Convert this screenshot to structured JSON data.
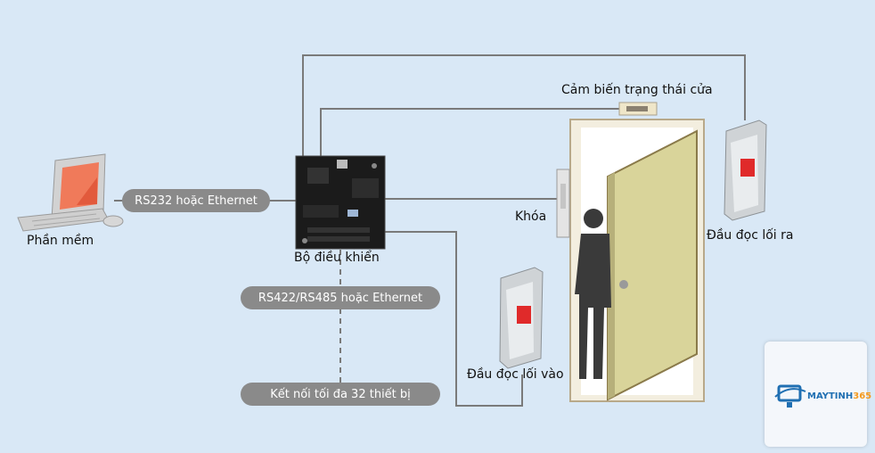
{
  "nodes": {
    "software": "Phần mềm",
    "controller": "Bộ điều khiển",
    "door_sensor": "Cảm biến trạng thái cửa",
    "lock": "Khóa",
    "exit_reader": "Đầu đọc lối ra",
    "entry_reader": "Đầu đọc lối vào"
  },
  "links": {
    "pc_link": "RS232 hoặc Ethernet",
    "bus_link": "RS422/RS485 hoặc Ethernet",
    "capacity": "Kết nối tối đa 32 thiết bị"
  },
  "logo": {
    "brand_main": "MAYTINH",
    "brand_num": "365"
  },
  "colors": {
    "background": "#d9e8f6",
    "line": "#7a7a7a",
    "pill": "#8a8a8a",
    "door": "#d9d49a",
    "door_frame": "#f3eedf",
    "reader_body": "#cfd3d6",
    "reader_pad": "#e02a2a",
    "monitor_screen": "#f07a5a"
  }
}
